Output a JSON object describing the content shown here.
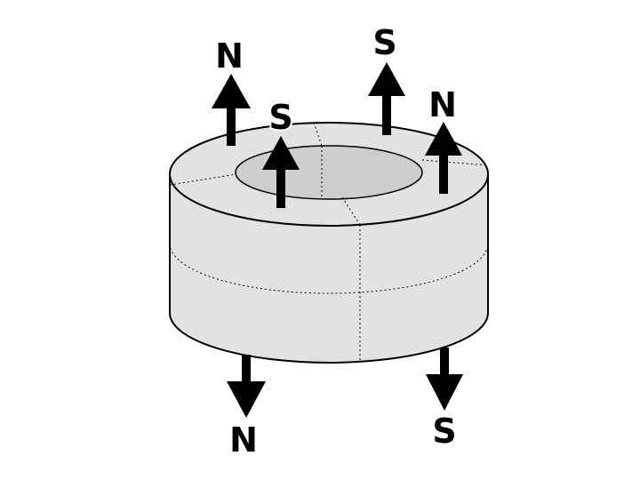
{
  "diagram": {
    "colors": {
      "ring_face": "#e2e2e2",
      "ring_hole": "#cdcdcd",
      "outline": "#000000",
      "arrow": "#000000"
    },
    "labels": [
      {
        "id": "top-left",
        "text": "N",
        "direction": "up"
      },
      {
        "id": "top-middle",
        "text": "S",
        "direction": "up"
      },
      {
        "id": "top-right",
        "text": "N",
        "direction": "up"
      },
      {
        "id": "inner",
        "text": "S",
        "direction": "up"
      },
      {
        "id": "bottom-left",
        "text": "N",
        "direction": "down"
      },
      {
        "id": "bottom-right",
        "text": "S",
        "direction": "down"
      }
    ]
  }
}
